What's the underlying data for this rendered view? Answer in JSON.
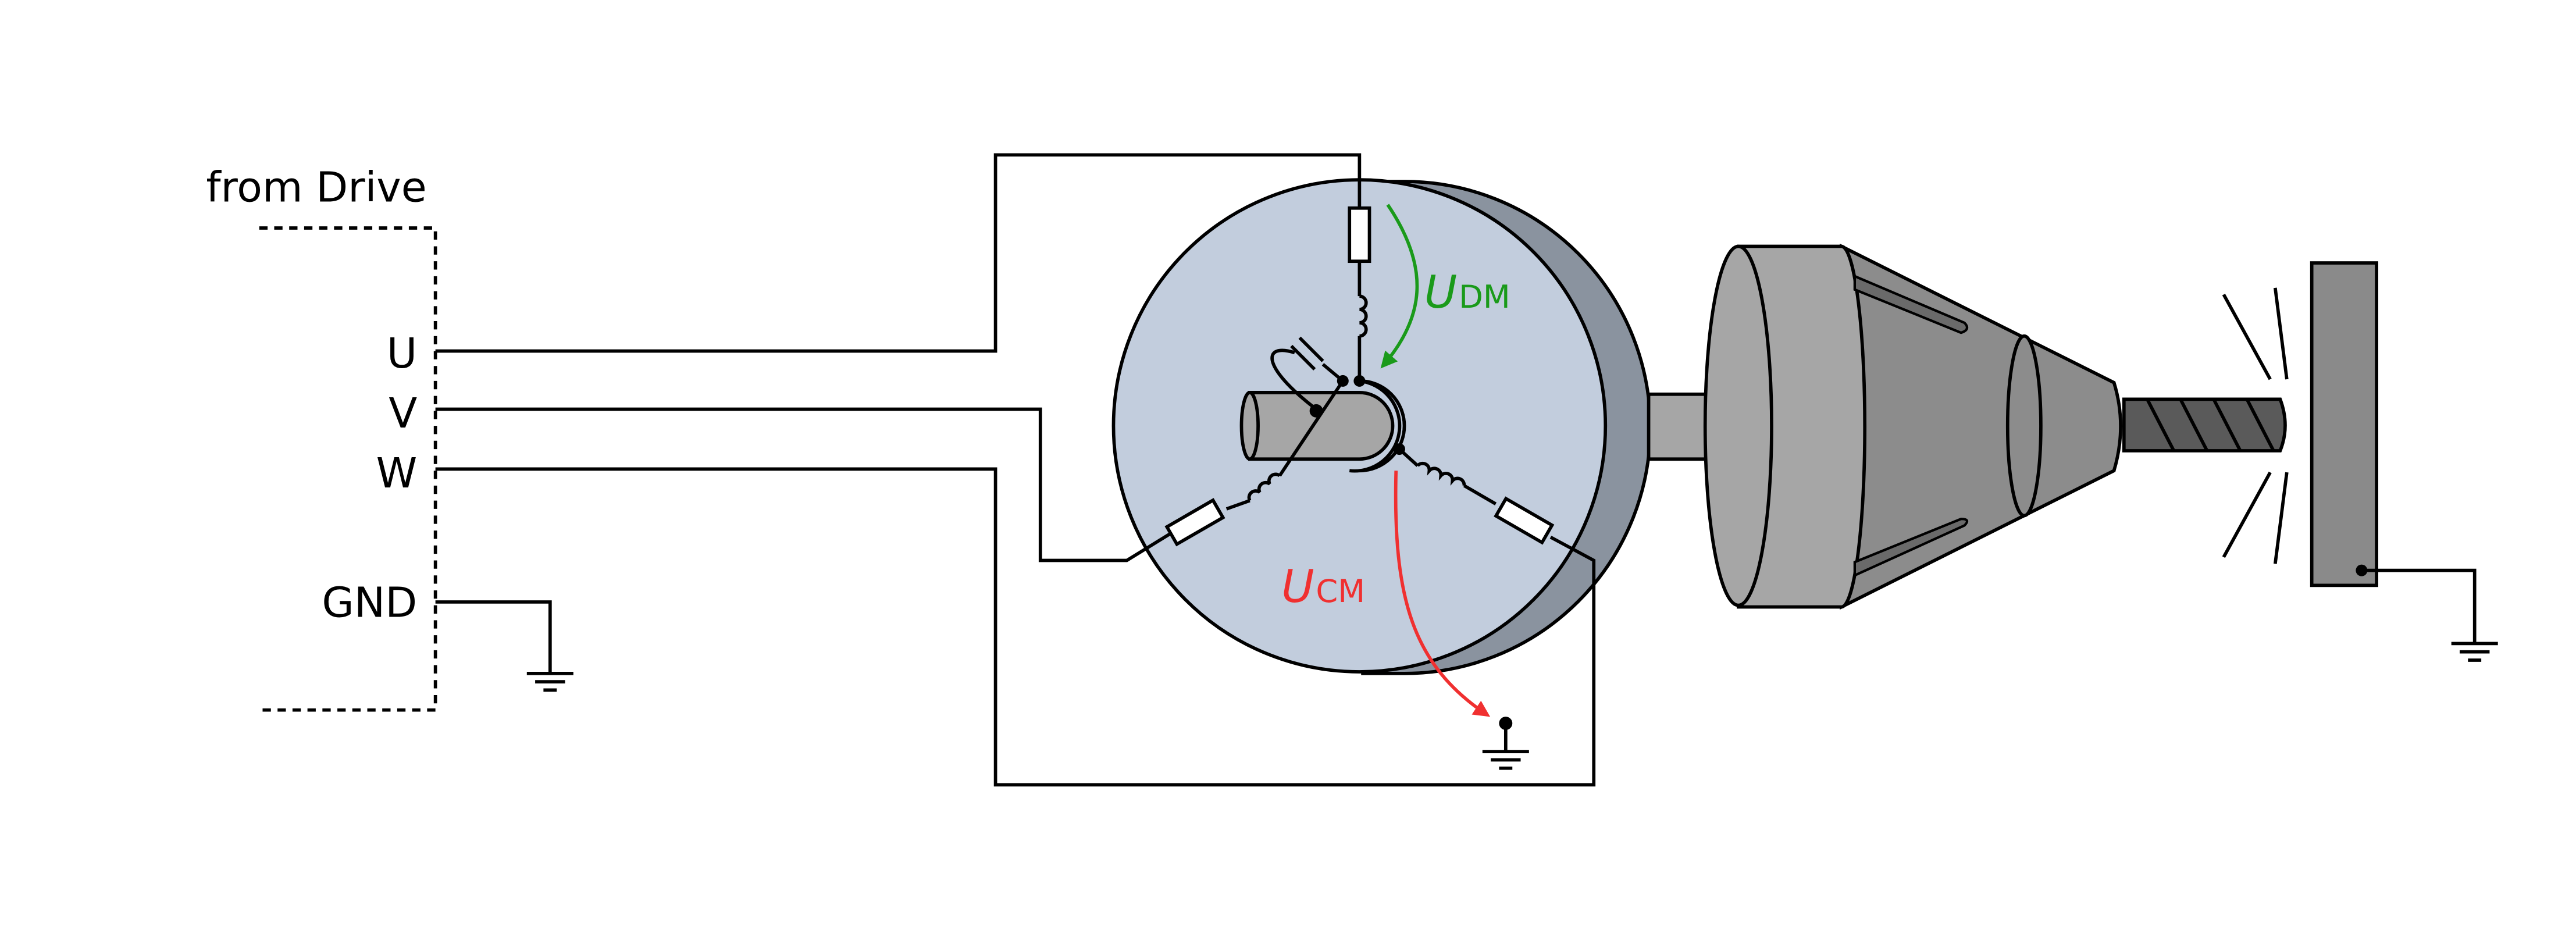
{
  "labels": {
    "source": "from Drive",
    "phase_u": "U",
    "phase_v": "V",
    "phase_w": "W",
    "ground": "GND",
    "dm_voltage": {
      "symbol": "U",
      "subscript": "DM"
    },
    "cm_voltage": {
      "symbol": "U",
      "subscript": "CM"
    }
  },
  "colors": {
    "line": "#000000",
    "motor_face": "#c2cddd",
    "motor_side": "#8a939f",
    "shaft": "#a6a6a6",
    "gearbox_light": "#a6a6a6",
    "gearbox_dark": "#8c8c8c",
    "screw": "#5a5a5a",
    "plate": "#8a8a8a",
    "dm_arrow": "#1a9a1a",
    "cm_arrow": "#f03030"
  },
  "icons": {
    "ground": "ground-symbol-icon",
    "resistor": "resistor-icon",
    "inductor": "inductor-icon",
    "capacitor": "capacitor-icon"
  }
}
